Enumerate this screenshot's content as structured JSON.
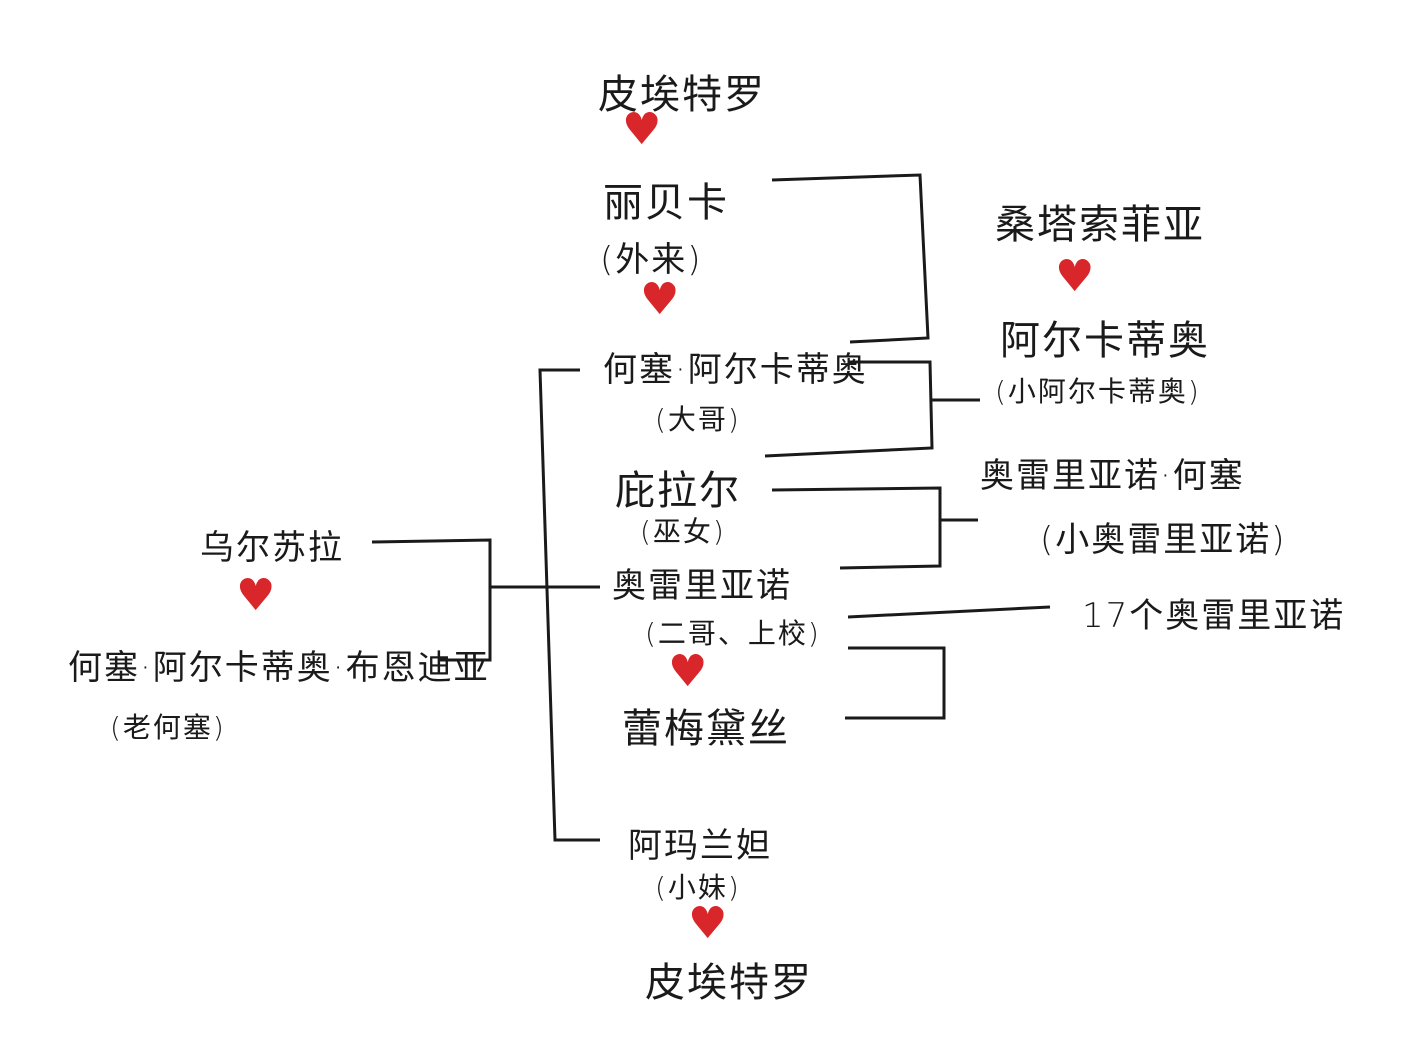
{
  "people": {
    "pietro_top": {
      "name": "皮埃特罗"
    },
    "rebeca": {
      "name": "丽贝卡",
      "note": "(外来)"
    },
    "santa_sofia": {
      "name": "桑塔索菲亚"
    },
    "arcadio": {
      "name": "阿尔卡蒂奥",
      "note": "(小阿尔卡蒂奥)"
    },
    "jose_arcadio": {
      "name": "何塞·阿尔卡蒂奥",
      "note": "(大哥)"
    },
    "pilar": {
      "name": "庇拉尔",
      "note": "(巫女)"
    },
    "aureliano_jose": {
      "name": "奥雷里亚诺·何塞",
      "note": "(小奥雷里亚诺)"
    },
    "aureliano": {
      "name": "奥雷里亚诺",
      "note": "(二哥、上校)"
    },
    "seventeen": {
      "name": "17个奥雷里亚诺"
    },
    "remedios": {
      "name": "蕾梅黛丝"
    },
    "amaranta": {
      "name": "阿玛兰妲",
      "note": "(小妹)"
    },
    "pietro_bottom": {
      "name": "皮埃特罗"
    },
    "ursula": {
      "name": "乌尔苏拉"
    },
    "jose_arcadio_buendia": {
      "name": "何塞·阿尔卡蒂奥·布恩迪亚",
      "note": "(老何塞)"
    }
  },
  "colors": {
    "heart": "#d8262a",
    "ink": "#1a1a1a"
  },
  "icons": {
    "heart": "heart-icon"
  }
}
